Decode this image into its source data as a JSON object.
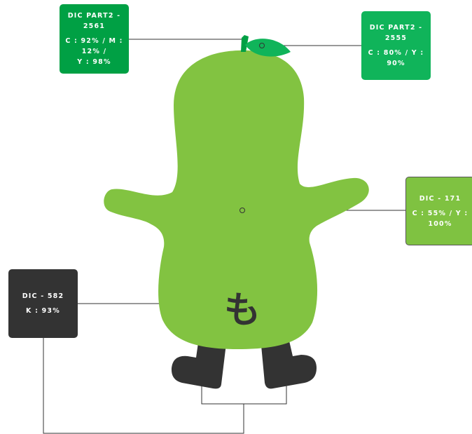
{
  "swatches": {
    "dic_2561": {
      "name": "DIC PART2 - 2561",
      "values": [
        "C : 92% / M : 12% /",
        "Y : 98%"
      ],
      "color": "#00A044"
    },
    "dic_2555": {
      "name": "DIC PART2 - 2555",
      "values": [
        "C : 80%  /  Y : 90%"
      ],
      "color": "#10B45A"
    },
    "dic_171": {
      "name": "DIC - 171",
      "values": [
        "C : 55%  /  Y : 100%"
      ],
      "color": "#7FC241"
    },
    "dic_582": {
      "name": "DIC - 582",
      "values": [
        "K : 93%"
      ],
      "color": "#333333"
    }
  },
  "mascot": {
    "body_color": "#82C341",
    "leaf_color": "#10B45A",
    "stem_color": "#00A044",
    "feet_color": "#333333",
    "belly_char": "も"
  }
}
